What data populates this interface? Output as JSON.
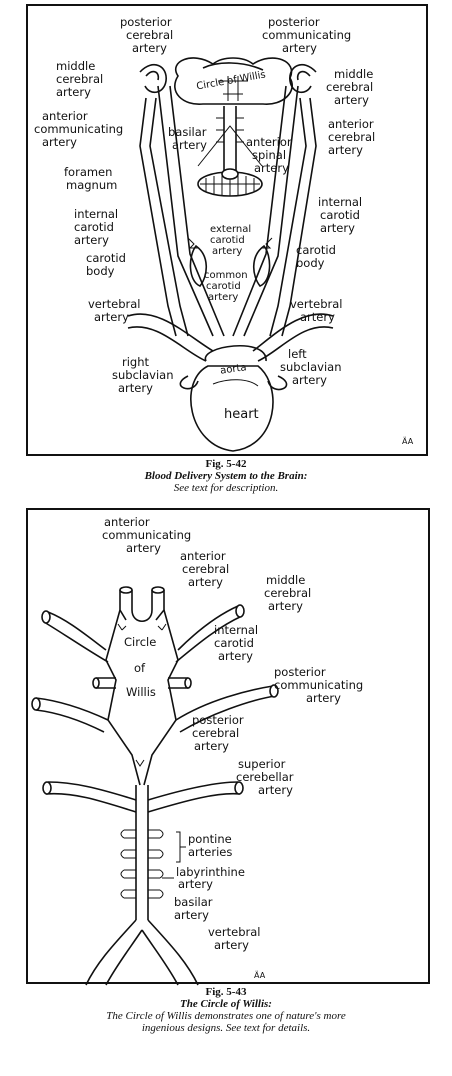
{
  "figure1": {
    "number": "Fig. 5-42",
    "title": "Blood Delivery System to the Brain:",
    "subtitle": "See text for description.",
    "signature": "ÄA",
    "labels": {
      "posterior_cerebral_artery": [
        "posterior",
        "cerebral",
        "artery"
      ],
      "posterior_communicating_artery": [
        "posterior",
        "communicating",
        "artery"
      ],
      "middle_cerebral_artery_left": [
        "middle",
        "cerebral",
        "artery"
      ],
      "middle_cerebral_artery_right": [
        "middle",
        "cerebral",
        "artery"
      ],
      "circle_of_willis": "Circle of Willis",
      "anterior_communicating_artery": [
        "anterior",
        "communicating",
        "artery"
      ],
      "anterior_cerebral_artery": [
        "anterior",
        "cerebral",
        "artery"
      ],
      "basilar_artery": [
        "basilar",
        "artery"
      ],
      "anterior_spinal_artery": [
        "anterior",
        "spinal",
        "artery"
      ],
      "foramen_magnum": [
        "foramen",
        "magnum"
      ],
      "internal_carotid_artery_left": [
        "internal",
        "carotid",
        "artery"
      ],
      "internal_carotid_artery_right": [
        "internal",
        "carotid",
        "artery"
      ],
      "external_carotid_artery": [
        "external",
        "carotid",
        "artery"
      ],
      "carotid_body_left": [
        "carotid",
        "body"
      ],
      "carotid_body_right": [
        "carotid",
        "body"
      ],
      "common_carotid_artery": [
        "common",
        "carotid",
        "artery"
      ],
      "vertebral_artery_left": [
        "vertebral",
        "artery"
      ],
      "vertebral_artery_right": [
        "vertebral",
        "artery"
      ],
      "right_subclavian_artery": [
        "right",
        "subclavian",
        "artery"
      ],
      "left_subclavian_artery": [
        "left",
        "subclavian",
        "artery"
      ],
      "aorta": "aorta",
      "heart": "heart"
    }
  },
  "figure2": {
    "number": "Fig. 5-43",
    "title": "The Circle of Willis:",
    "subtitle_line1": "The Circle of Willis demonstrates one of nature's more",
    "subtitle_line2": "ingenious designs.  See text for details.",
    "signature": "ÄA",
    "labels": {
      "anterior_communicating_artery": [
        "anterior",
        "communicating",
        "artery"
      ],
      "anterior_cerebral_artery": [
        "anterior",
        "cerebral",
        "artery"
      ],
      "middle_cerebral_artery": [
        "middle",
        "cerebral",
        "artery"
      ],
      "internal_carotid_artery": [
        "internal",
        "carotid",
        "artery"
      ],
      "circle_of_willis": [
        "Circle",
        "of",
        "Willis"
      ],
      "posterior_communicating_artery": [
        "posterior",
        "communicating",
        "artery"
      ],
      "posterior_cerebral_artery": [
        "posterior",
        "cerebral",
        "artery"
      ],
      "superior_cerebellar_artery": [
        "superior",
        "cerebellar",
        "artery"
      ],
      "pontine_arteries": [
        "pontine",
        "arteries"
      ],
      "labyrinthine_artery": [
        "labyrinthine",
        "artery"
      ],
      "basilar_artery": [
        "basilar",
        "artery"
      ],
      "vertebral_artery": [
        "vertebral",
        "artery"
      ]
    }
  }
}
